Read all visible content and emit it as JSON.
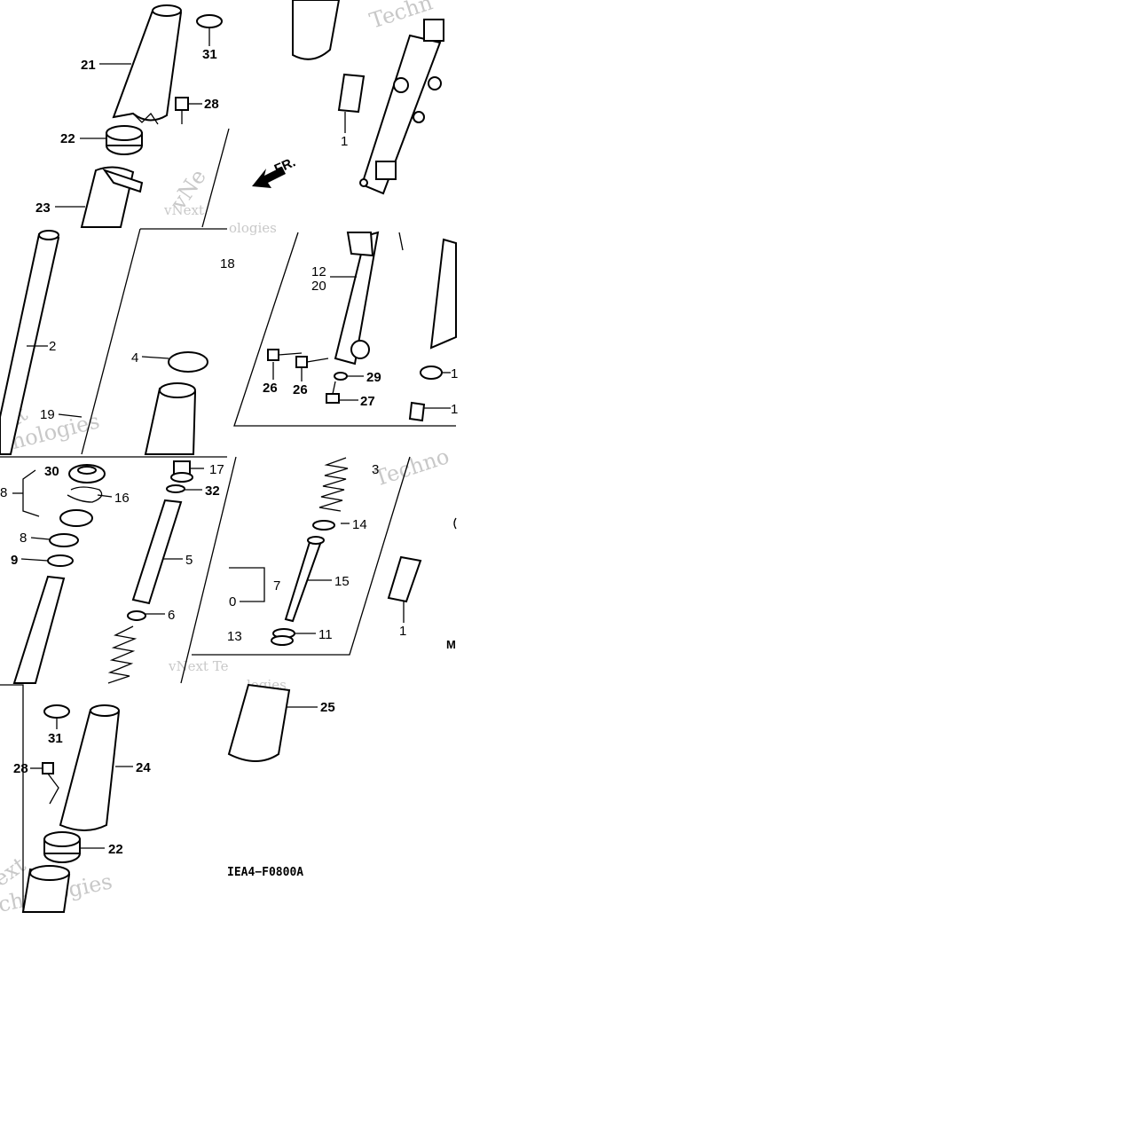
{
  "diagram": {
    "figure_code": "IEA4−F0800A",
    "direction_label": "FR.",
    "watermarks": [
      "Techn",
      "vNe",
      "vNext",
      "ologies",
      "ext",
      "hnologies",
      "Techno",
      "vNext Te",
      "logies",
      "ext",
      "chnologies"
    ],
    "tiles": [
      {
        "callouts": [
          "21",
          "31",
          "28",
          "22",
          "23",
          "1",
          "18"
        ]
      },
      {
        "callouts": [
          "2",
          "4",
          "19",
          "12",
          "20",
          "26",
          "26",
          "29",
          "27",
          "1",
          "1"
        ]
      },
      {
        "callouts": [
          "30",
          "17",
          "32",
          "16",
          "8",
          "8",
          "9",
          "5",
          "6",
          "3",
          "14",
          "15",
          "7",
          "0",
          "13",
          "11",
          "1",
          "M"
        ]
      },
      {
        "callouts": [
          "31",
          "24",
          "28",
          "22",
          "25"
        ]
      }
    ]
  }
}
